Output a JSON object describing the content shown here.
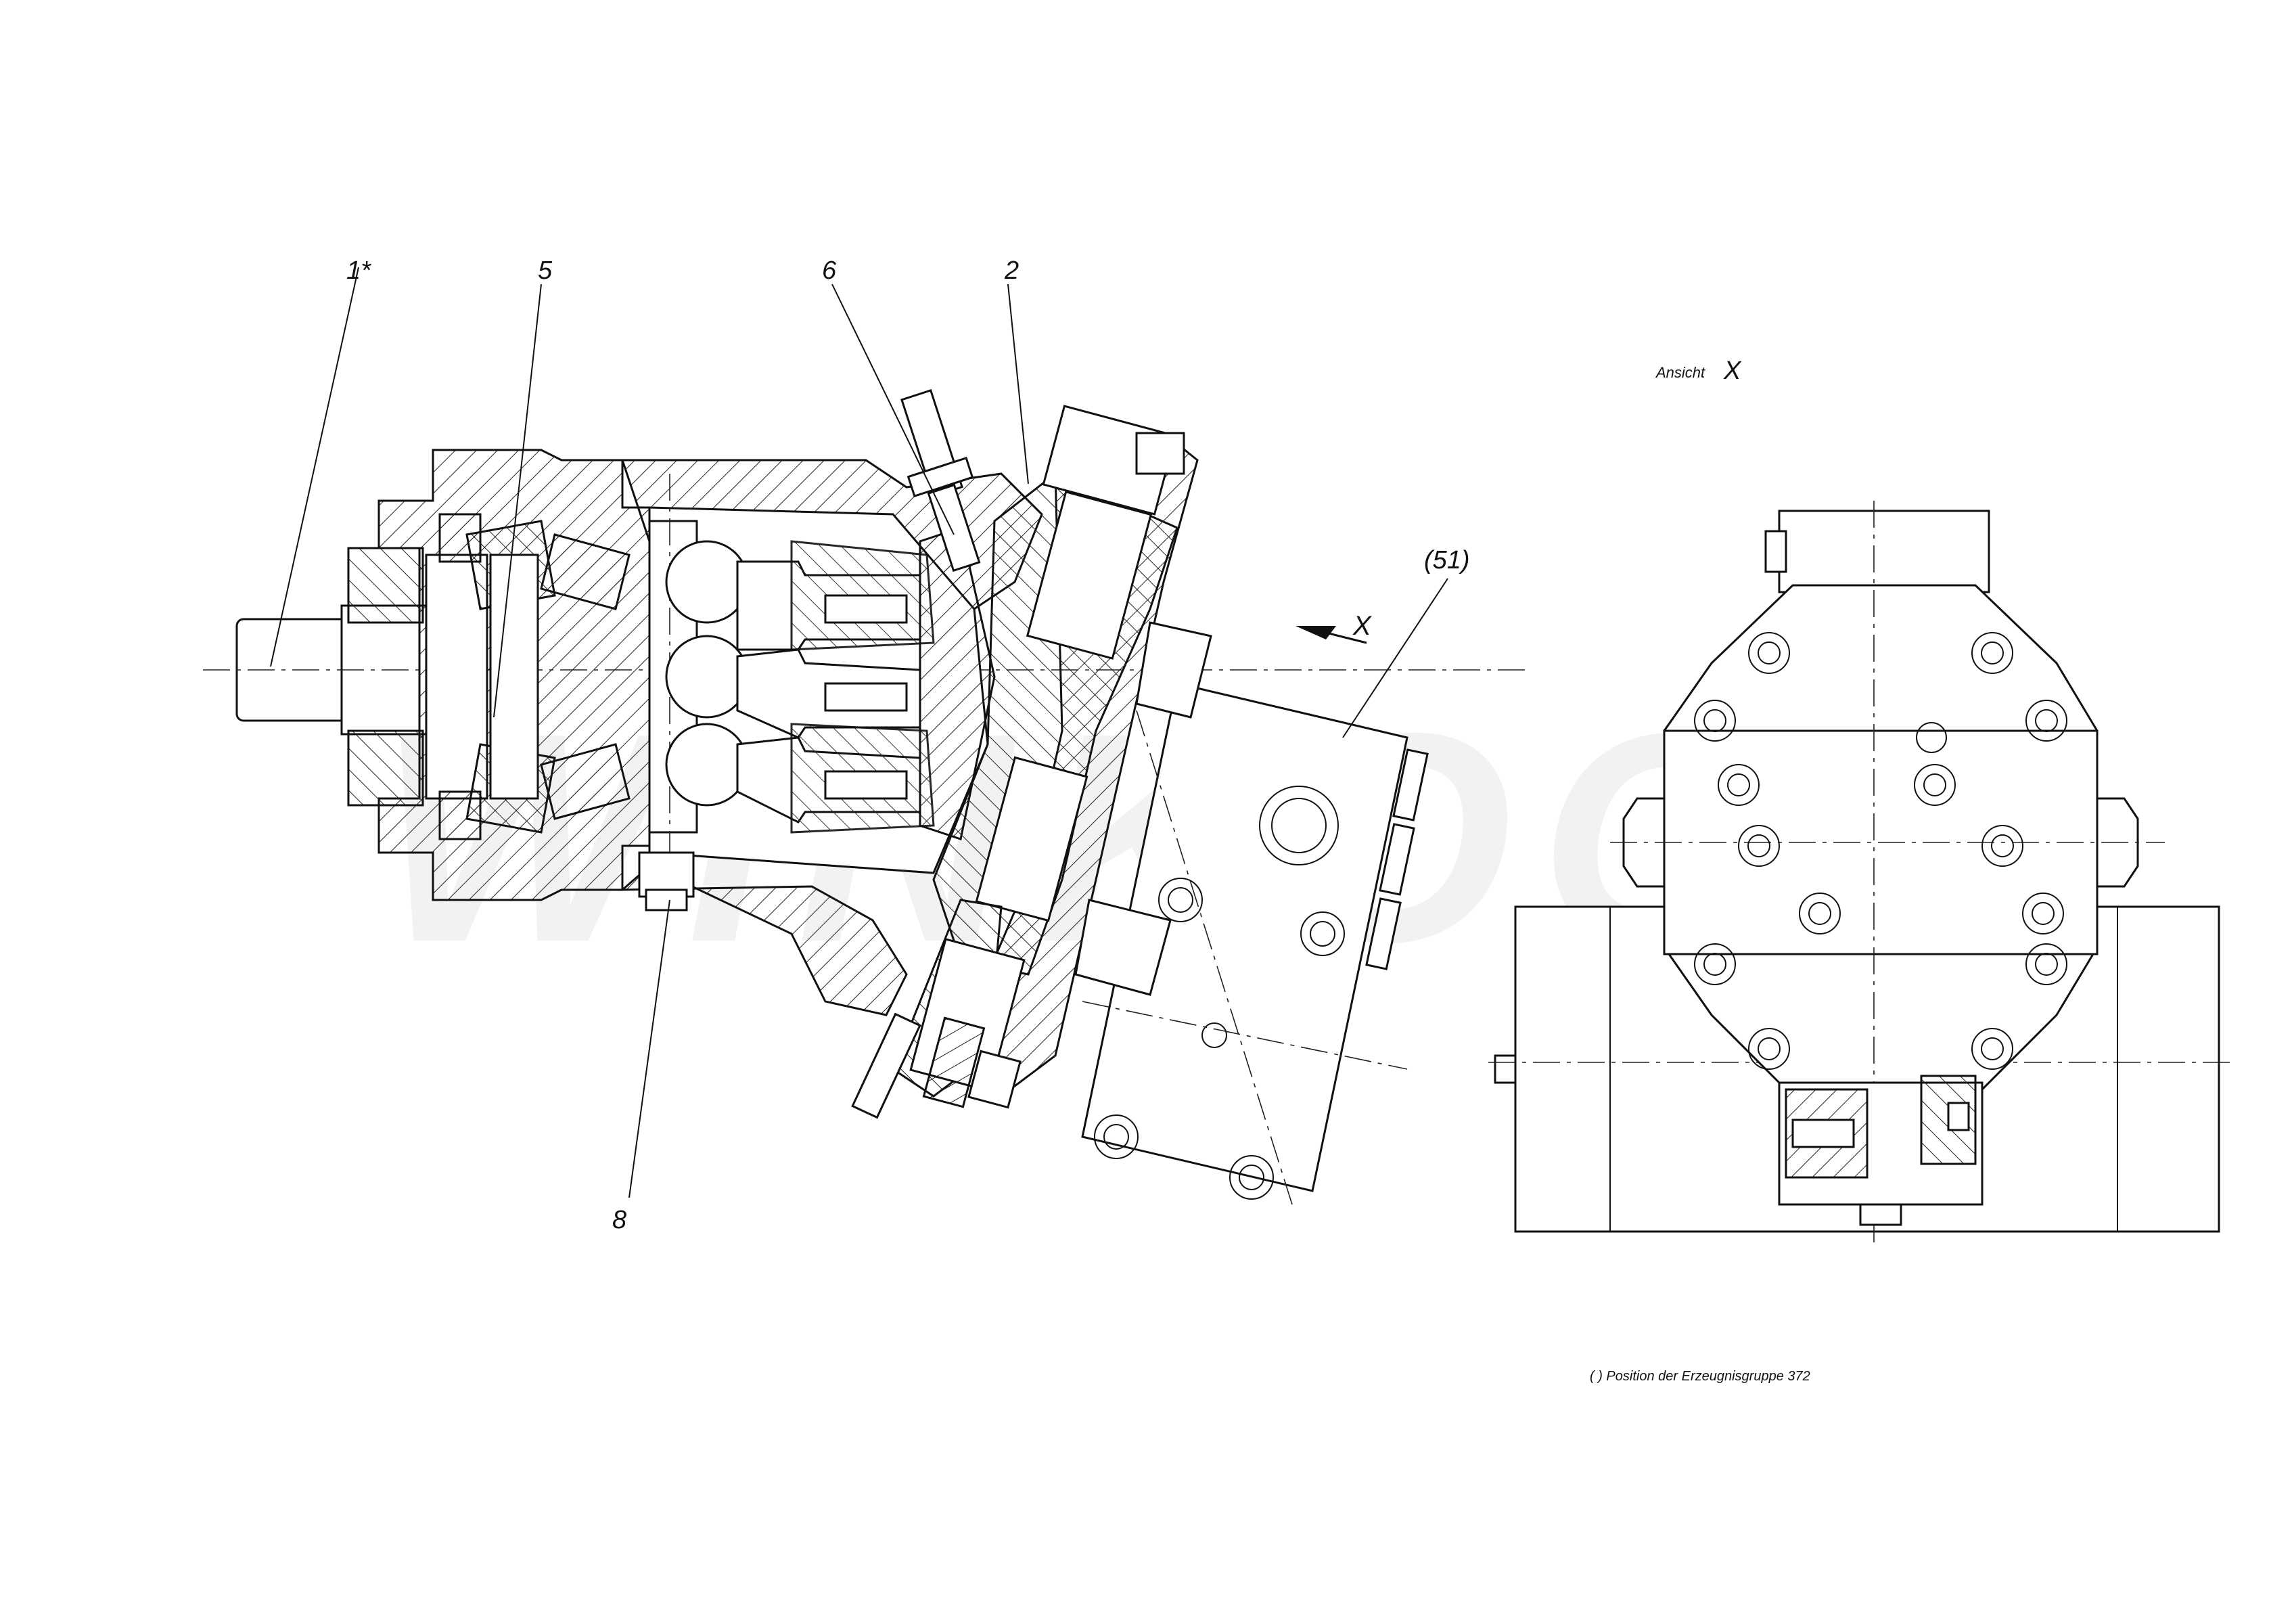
{
  "labels": {
    "part_1": "1*",
    "part_5": "5",
    "part_6": "6",
    "part_2": "2",
    "part_51": "(51)",
    "part_8": "8",
    "view_arrow": "X",
    "view_title_prefix": "Ansicht",
    "view_title_letter": "X"
  },
  "footnote": "( ) Position der Erzeugnisgruppe 372",
  "watermark": "WINKOO"
}
